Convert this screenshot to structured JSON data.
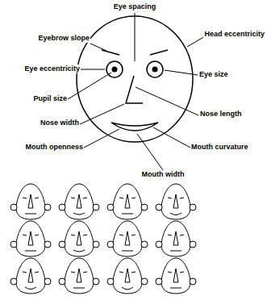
{
  "diagram": {
    "labels": [
      "Eye spacing",
      "Head eccentricity",
      "Eyebrow slope",
      "Eye eccentricity",
      "Eye size",
      "Pupil size",
      "Nose length",
      "Nose width",
      "Mouth openness",
      "Mouth curvature",
      "Mouth width"
    ]
  }
}
